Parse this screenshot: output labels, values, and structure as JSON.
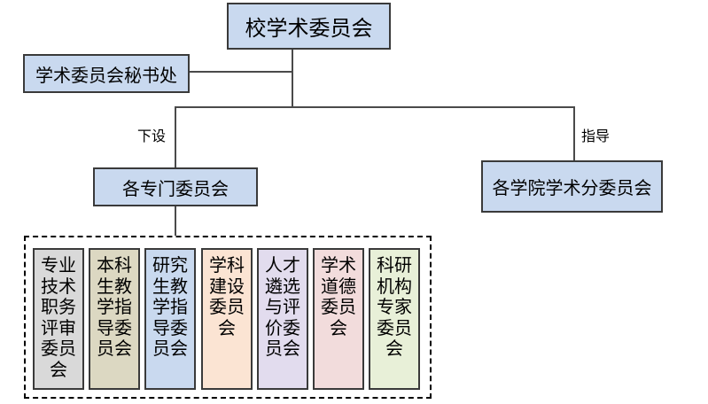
{
  "top_box": "校学术委员会",
  "secretariat_box": "学术委员会秘书处",
  "label_left": "下设",
  "label_right": "指导",
  "special_committees_box": "各专门委员会",
  "college_box": "各学院学术分委员会",
  "subcommittees": [
    {
      "label": "专业技术职务评审委员会",
      "color": "#d9d9d9"
    },
    {
      "label": "本科生教学指导委员会",
      "color": "#dcd8c2"
    },
    {
      "label": "研究生教学指导委员会",
      "color": "#c9d9ef"
    },
    {
      "label": "学科建设委员会",
      "color": "#fbe4d3"
    },
    {
      "label": "人才遴选与评价委员会",
      "color": "#e2dcee"
    },
    {
      "label": "学术道德委员会",
      "color": "#f2dcdc"
    },
    {
      "label": "科研机构专家委员会",
      "color": "#e8f0d8"
    }
  ]
}
